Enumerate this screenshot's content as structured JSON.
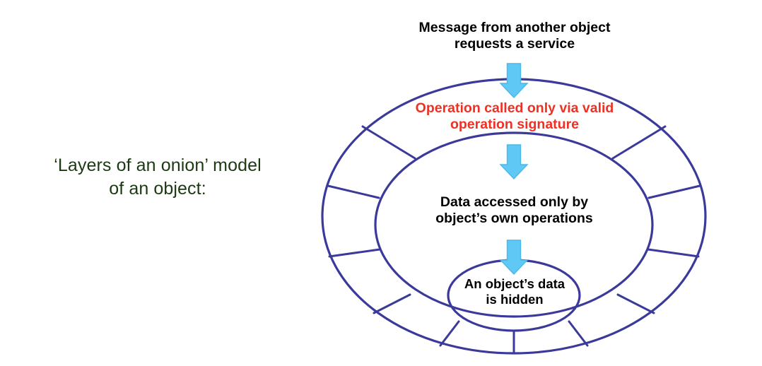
{
  "slide": {
    "caption": "‘Layers of an onion’ model\nof an object:",
    "caption_color": "#1c3a12",
    "background_color": "#ffffff"
  },
  "diagram": {
    "name": "onion-layers-object-model",
    "stroke_color": "#3b3a9b",
    "arrow_color": "#5fc8f5",
    "arrow_stroke_color": "#4ab8e8",
    "layers": [
      {
        "id": "outer",
        "label": "Operation called only via valid\noperation signature",
        "label_color": "#ee3124"
      },
      {
        "id": "middle",
        "label": "Data accessed only by\nobject’s own operations",
        "label_color": "#000000"
      },
      {
        "id": "inner",
        "label": "An object’s data\nis hidden",
        "label_color": "#000000"
      }
    ],
    "incoming_message": {
      "label": "Message from another object\nrequests a service",
      "label_color": "#000000"
    },
    "arrows": [
      {
        "name": "arrow-message-to-operation"
      },
      {
        "name": "arrow-operation-to-data"
      },
      {
        "name": "arrow-data-to-hidden"
      }
    ]
  }
}
